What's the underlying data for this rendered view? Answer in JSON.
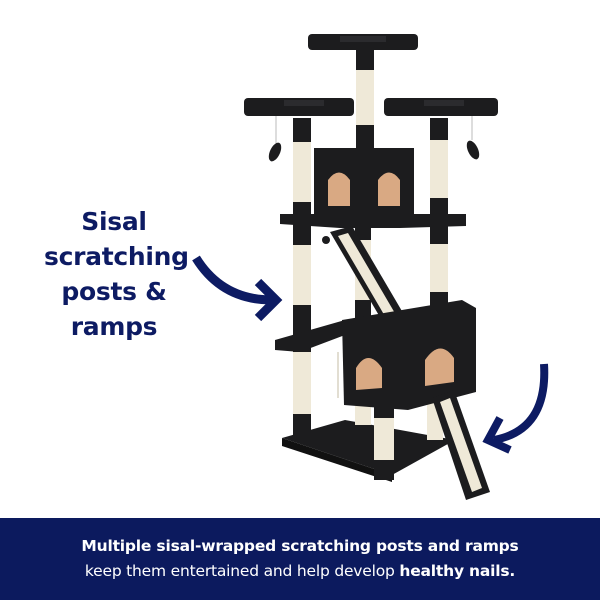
{
  "callout": {
    "lines": [
      "Sisal",
      "scratching",
      "posts &",
      "ramps"
    ]
  },
  "product": {
    "subject": "cat-tree",
    "colors": {
      "plush": "#1c1c1e",
      "sisal": "#efe9d8",
      "cubby_inner": "#d9a983",
      "accent_navy": "#0d1b63"
    }
  },
  "banner": {
    "line1": "Multiple sisal-wrapped scratching posts and ramps",
    "line2_regular": "keep them entertained and help develop ",
    "line2_bold": "healthy nails.",
    "background": "#0c1a5e"
  }
}
